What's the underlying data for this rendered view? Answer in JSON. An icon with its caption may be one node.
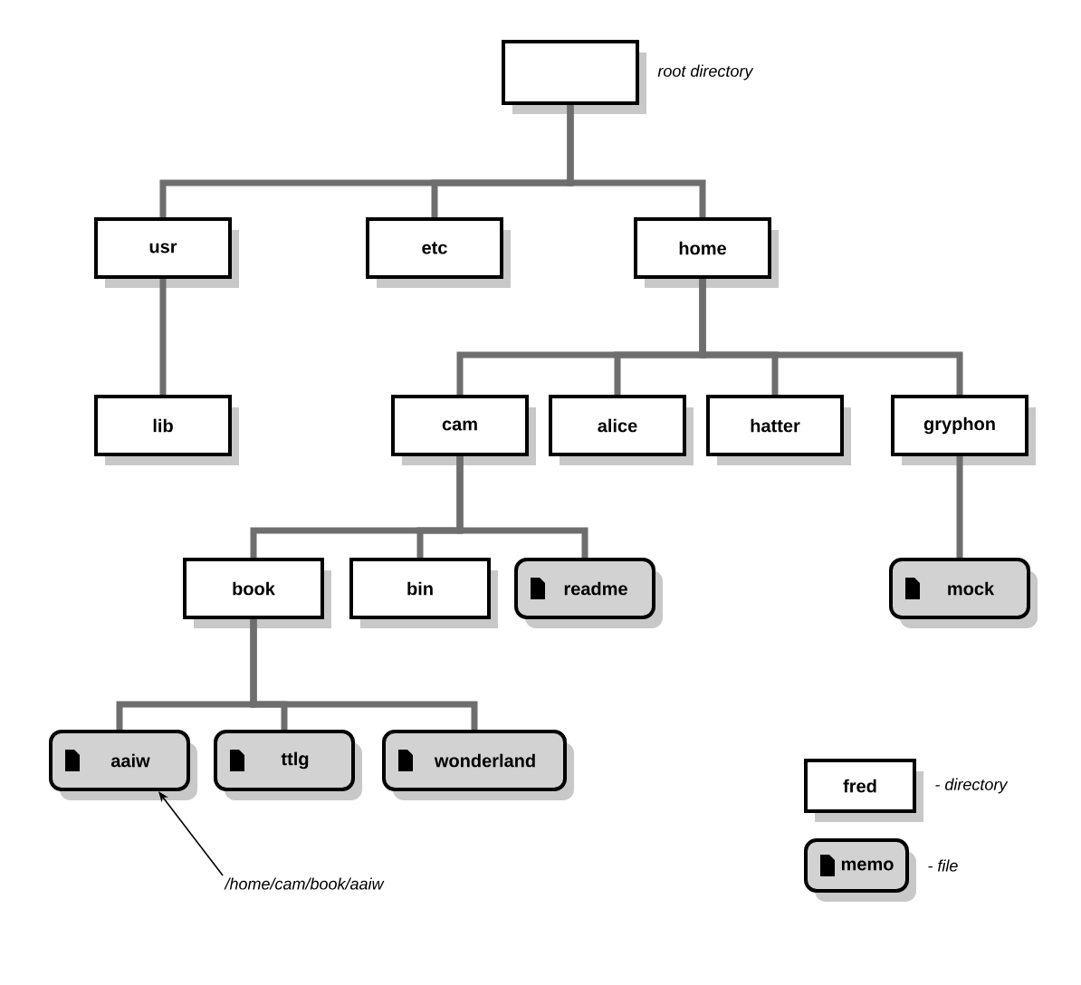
{
  "diagram": {
    "nodes": [
      {
        "text": [],
        "shape": "box",
        "beside": [
          "root directory"
        ]
      },
      {
        "text": [
          "usr"
        ]
      },
      {
        "text": [
          "etc"
        ]
      },
      {
        "text": [
          "home"
        ]
      },
      {
        "text": [
          "lib"
        ]
      },
      {
        "text": [
          "cam"
        ]
      },
      {
        "text": [
          "alice"
        ]
      },
      {
        "text": [
          "hatter"
        ]
      },
      {
        "text": [
          "gryphon"
        ]
      },
      {
        "text": [
          "book"
        ]
      },
      {
        "text": [
          "bin"
        ]
      },
      {
        "text": [
          "readme"
        ]
      },
      {
        "text": [
          "mock"
        ]
      },
      {
        "text": [
          "aaiw"
        ]
      },
      {
        "text": [
          "ttlg"
        ]
      },
      {
        "text": [
          "wonderland"
        ]
      },
      {
        "text": [
          "/home/cam/book/aaiw"
        ]
      },
      {
        "text": [
          "fred"
        ],
        "beside": [
          "- directory"
        ]
      },
      {
        "text": [
          "memo"
        ],
        "beside": [
          "- file"
        ]
      }
    ],
    "edges": [
      {
        "from": 0,
        "to": 1,
        "arrow": "none"
      },
      {
        "from": 0,
        "to": 2,
        "arrow": "none"
      },
      {
        "from": 0,
        "to": 3,
        "arrow": "none"
      },
      {
        "from": 1,
        "to": 4,
        "arrow": "none"
      },
      {
        "from": 3,
        "to": 5,
        "arrow": "none"
      },
      {
        "from": 3,
        "to": 6,
        "arrow": "none"
      },
      {
        "from": 3,
        "to": 7,
        "arrow": "none"
      },
      {
        "from": 3,
        "to": 8,
        "arrow": "none"
      },
      {
        "from": 5,
        "to": 9,
        "arrow": "none"
      },
      {
        "from": 5,
        "to": 10,
        "arrow": "none"
      },
      {
        "from": 5,
        "to": 11,
        "arrow": "none"
      },
      {
        "from": 8,
        "to": 12,
        "arrow": "none"
      },
      {
        "from": 9,
        "to": 13,
        "arrow": "none"
      },
      {
        "from": 9,
        "to": 14,
        "arrow": "none"
      },
      {
        "from": 9,
        "to": 15,
        "arrow": "none"
      },
      {
        "from": 16,
        "to": 13,
        "arrow": "to",
        "color": "#000000"
      }
    ]
  }
}
